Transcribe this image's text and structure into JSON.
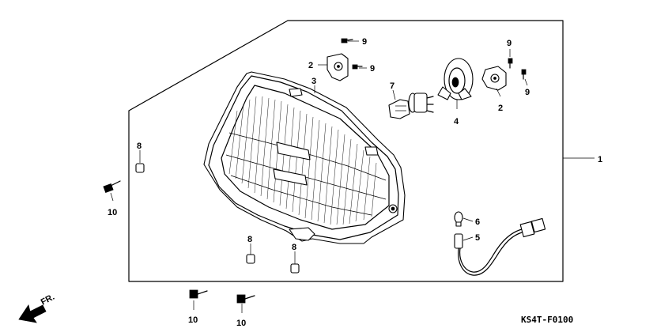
{
  "callouts": {
    "c1": "1",
    "c2a": "2",
    "c2b": "2",
    "c3": "3",
    "c4": "4",
    "c5": "5",
    "c6": "6",
    "c7": "7",
    "c8a": "8",
    "c8b": "8",
    "c8c": "8",
    "c9a": "9",
    "c9b": "9",
    "c9c": "9",
    "c9d": "9",
    "c10a": "10",
    "c10b": "10",
    "c10c": "10"
  },
  "direction_label": "FR.",
  "diagram_code": "KS4T-F0100"
}
